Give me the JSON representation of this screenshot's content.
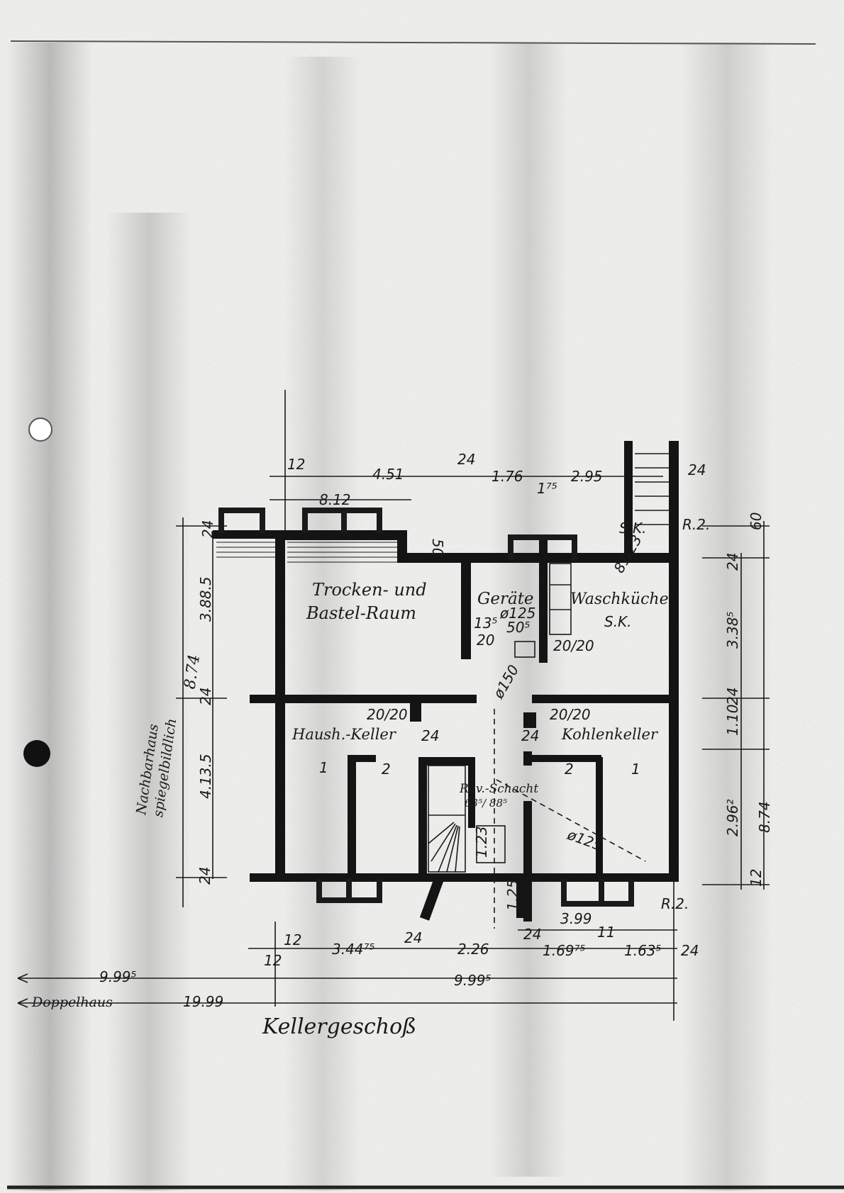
{
  "plan": {
    "title": "Kellergeschoß",
    "rooms": {
      "trocken_line1": "Trocken- und",
      "trocken_line2": "Bastel-Raum",
      "geraete": "Geräte",
      "waschkueche": "Waschküche",
      "hauskeller": "Haush.-Keller",
      "kohlenkeller": "Kohlenkeller",
      "rev_schacht": "Rev.-Schacht",
      "rev_schacht_dim": "63⁵/ 88⁵"
    },
    "neighbor_note": [
      "Nachbarhaus",
      "spiegelbildlich",
      "8.74"
    ],
    "dimensions_top": [
      "12",
      "4.51",
      "24",
      "1.76",
      "1⁷⁵",
      "2.95",
      "24",
      "8.12",
      "50"
    ],
    "dimensions_bottom": [
      "12",
      "12",
      "3.44⁷⁵",
      "24",
      "2.26",
      "24",
      "1.69⁷⁵",
      "11",
      "1.63⁵",
      "24",
      "3.99"
    ],
    "dimensions_left": [
      "24",
      "3.88.5",
      "24",
      "4.13.5",
      "24"
    ],
    "dimensions_right": [
      "60",
      "24",
      "3.38⁵",
      "24",
      "1.10",
      "2.96²",
      "12"
    ],
    "totals": {
      "left_half": "9.99⁵",
      "right_half": "9.99⁵",
      "doppelhaus_label": "Doppelhaus",
      "doppelhaus_value": "19.99"
    },
    "annotations": [
      "S.K.",
      "S.K.",
      "R.2.",
      "R.2.",
      "20/20",
      "20/20",
      "20/20",
      "24",
      "24",
      "1",
      "2",
      "2",
      "1",
      "ø150",
      "ø125",
      "ø125",
      "13⁵",
      "20",
      "50⁵",
      "81/23",
      "1.23",
      "1.25"
    ],
    "colors": {
      "ink": "#141414",
      "paper": "#f6f6f4",
      "smudge": "#8a8a8a"
    }
  }
}
